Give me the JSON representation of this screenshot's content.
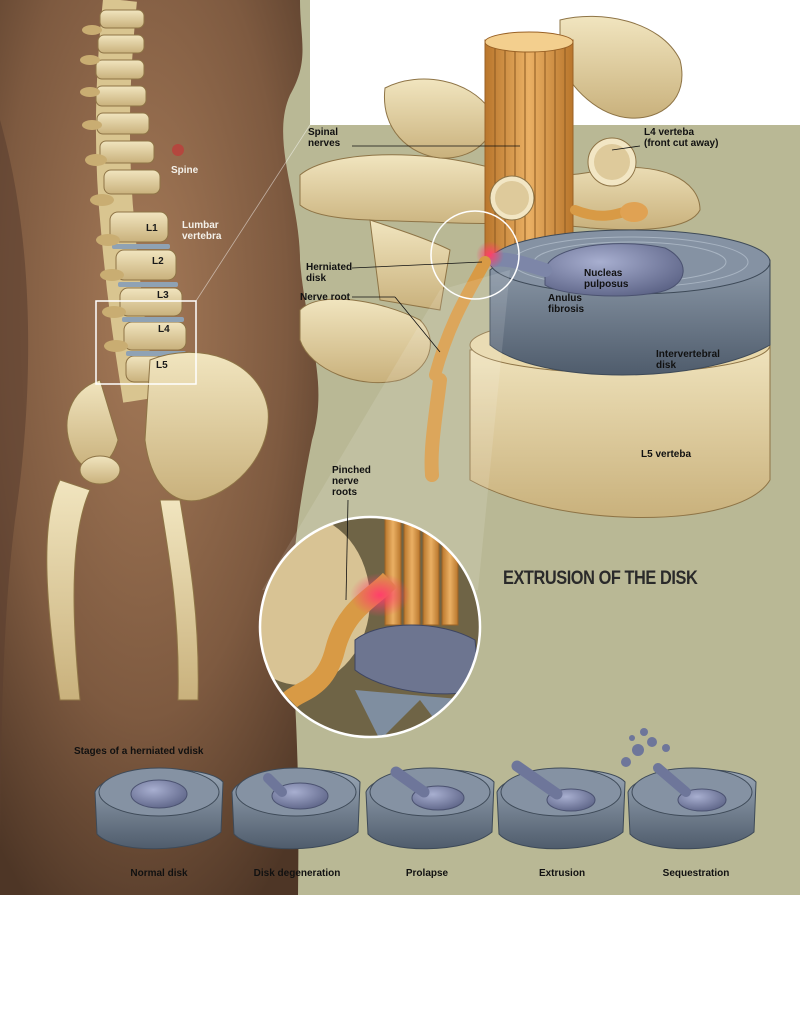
{
  "labels": {
    "spine": "Spine",
    "lumbar_vertebra": "Lumbar\nvertebra",
    "spinal_nerves": "Spinal\nnerves",
    "l4_verteba": "L4 verteba\n(front cut away)",
    "herniated_disk": "Herniated\ndisk",
    "nerve_root": "Nerve root",
    "nucleus_pulposus": "Nucleas\npulposus",
    "anulus_fibrosis": "Anulus\nfibrosis",
    "intervertebral_disk": "Intervertebral\ndisk",
    "l5_verteba": "L5 verteba",
    "pinched_nerve_roots": "Pinched\nnerve\nroots"
  },
  "vertebra_labels": [
    "L1",
    "L2",
    "L3",
    "L4",
    "L5"
  ],
  "heading": "EXTRUSION OF THE DISK",
  "stages": {
    "title": "Stages of a herniated vdisk",
    "items": [
      "Normal disk",
      "Disk degeneration",
      "Prolapse",
      "Extrusion",
      "Sequestration"
    ]
  },
  "colors": {
    "background": "#b9b895",
    "skin": "#8a6448",
    "bone": "#e3d3a4",
    "nerve": "#d89a45",
    "disk": "#6e7c8c",
    "nucleus": "#7d86a8",
    "inflammation": "#ff3f6a"
  }
}
